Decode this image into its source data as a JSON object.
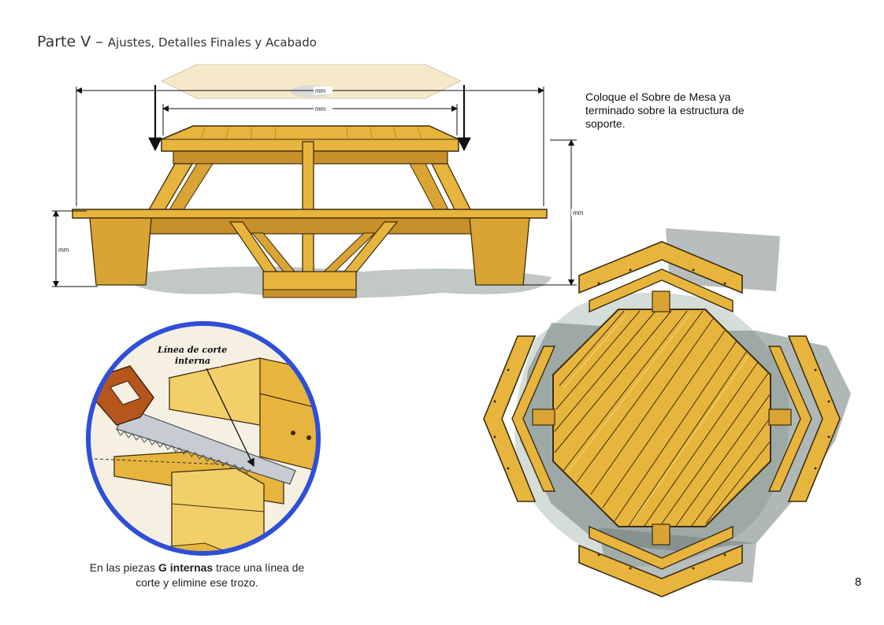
{
  "header": {
    "part": "Parte V",
    "separator": " – ",
    "subtitle": "Ajustes, Detalles Finales y Acabado"
  },
  "instruction": "Coloque el Sobre de Mesa ya terminado sobre la estructura de soporte.",
  "dimensions": {
    "top_outer": "mm",
    "top_inner": "mm",
    "height_right": "mm",
    "seat_left": "mm"
  },
  "detail": {
    "callout_line1": "Línea de corte",
    "callout_line2": "interna"
  },
  "caption": {
    "pre": "En las piezas ",
    "bold": "G internas",
    "post": " trace una línea de corte y elimine ese trozo."
  },
  "page_number": "8",
  "colors": {
    "wood": "#e7b53d",
    "wood_dark": "#c8902a",
    "wood_light": "#f3cf6a",
    "outline": "#3c2c10",
    "shadow": "#8b9694",
    "circle": "#2f4fd8"
  }
}
